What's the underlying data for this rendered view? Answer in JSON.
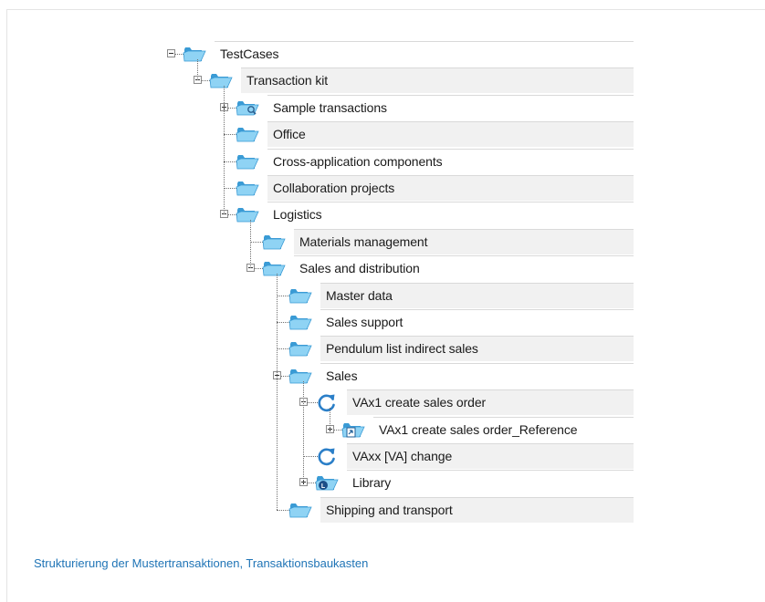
{
  "tree": {
    "items": [
      {
        "label": "TestCases",
        "level": 0,
        "expander": "minus",
        "icon": "folder-open-icon"
      },
      {
        "label": "Transaction kit",
        "level": 1,
        "expander": "minus",
        "icon": "folder-open-icon"
      },
      {
        "label": "Sample transactions",
        "level": 2,
        "expander": "plus",
        "icon": "folder-search-icon"
      },
      {
        "label": "Office",
        "level": 2,
        "expander": "none",
        "icon": "folder-open-icon"
      },
      {
        "label": "Cross-application components",
        "level": 2,
        "expander": "none",
        "icon": "folder-open-icon"
      },
      {
        "label": "Collaboration projects",
        "level": 2,
        "expander": "none",
        "icon": "folder-open-icon"
      },
      {
        "label": "Logistics",
        "level": 2,
        "expander": "minus",
        "icon": "folder-open-icon"
      },
      {
        "label": "Materials management",
        "level": 3,
        "expander": "none",
        "icon": "folder-open-icon"
      },
      {
        "label": "Sales and distribution",
        "level": 3,
        "expander": "minus",
        "icon": "folder-open-icon"
      },
      {
        "label": "Master data",
        "level": 4,
        "expander": "none",
        "icon": "folder-open-icon"
      },
      {
        "label": "Sales support",
        "level": 4,
        "expander": "none",
        "icon": "folder-open-icon"
      },
      {
        "label": "Pendulum list indirect sales",
        "level": 4,
        "expander": "none",
        "icon": "folder-open-icon"
      },
      {
        "label": "Sales",
        "level": 4,
        "expander": "minus",
        "icon": "folder-open-icon"
      },
      {
        "label": "VAx1 create sales order",
        "level": 5,
        "expander": "minus",
        "icon": "refresh-icon"
      },
      {
        "label": "VAx1 create sales order_Reference",
        "level": 6,
        "expander": "plus",
        "icon": "folder-reference-icon"
      },
      {
        "label": "VAxx [VA] change",
        "level": 5,
        "expander": "none",
        "icon": "refresh-icon"
      },
      {
        "label": "Library",
        "level": 5,
        "expander": "plus",
        "icon": "folder-library-icon"
      },
      {
        "label": "Shipping and transport",
        "level": 4,
        "expander": "none",
        "icon": "folder-open-icon"
      }
    ]
  },
  "caption": "Strukturierung der Mustertransaktionen, Transaktionsbaukasten",
  "colors": {
    "caption": "#1f74b6",
    "folder_light": "#8fd3f4",
    "folder_dark": "#3a9bd5",
    "refresh": "#2b7fc8",
    "row_shade": "#f1f1f1"
  }
}
